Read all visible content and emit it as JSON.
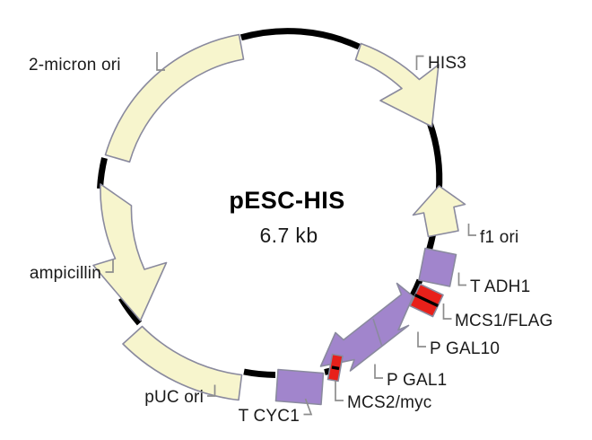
{
  "figure": {
    "kind": "plasmid-map",
    "background_color": "#ffffff"
  },
  "center": {
    "plasmid_name": "pESC-HIS",
    "size_label": "6.7 kb"
  },
  "palette": {
    "backbone": "#000000",
    "cream_feature_fill": "#f7f5cd",
    "feature_outline": "#8a8a9e",
    "purple_feature_fill": "#a185cc",
    "mcs_red": "#e8201a",
    "mcs_stripe": "#000000",
    "leader_line": "#8d8d8d",
    "label_text": "#1a1a1a"
  },
  "features": [
    {
      "id": "his3",
      "label": "HIS3",
      "color_key": "cream_feature_fill",
      "shape": "arc-arrow",
      "direction": "clockwise"
    },
    {
      "id": "f1-ori",
      "label": "f1  ori",
      "color_key": "cream_feature_fill",
      "shape": "arrow",
      "direction": "counterclockwise"
    },
    {
      "id": "t-adh1",
      "label": "T ADH1",
      "color_key": "purple_feature_fill",
      "shape": "box"
    },
    {
      "id": "mcs1-flag",
      "label": "MCS1/FLAG",
      "color_key": "mcs_red",
      "shape": "striped-box"
    },
    {
      "id": "p-gal10",
      "label": "P GAL10",
      "color_key": "purple_feature_fill",
      "shape": "bidirectional-arrow-half",
      "direction": "counterclockwise"
    },
    {
      "id": "p-gal1",
      "label": "P GAL1",
      "color_key": "purple_feature_fill",
      "shape": "bidirectional-arrow-half",
      "direction": "clockwise"
    },
    {
      "id": "mcs2-myc",
      "label": "MCS2/myc",
      "color_key": "mcs_red",
      "shape": "striped-box"
    },
    {
      "id": "t-cyc1",
      "label": "T CYC1",
      "color_key": "purple_feature_fill",
      "shape": "box"
    },
    {
      "id": "puc-ori",
      "label": "pUC ori",
      "color_key": "cream_feature_fill",
      "shape": "arc-block"
    },
    {
      "id": "ampicillin",
      "label": "ampicillin",
      "color_key": "cream_feature_fill",
      "shape": "arc-arrow",
      "direction": "clockwise"
    },
    {
      "id": "2-micron-ori",
      "label": "2-micron ori",
      "color_key": "cream_feature_fill",
      "shape": "arc-block",
      "direction": "clockwise"
    }
  ]
}
